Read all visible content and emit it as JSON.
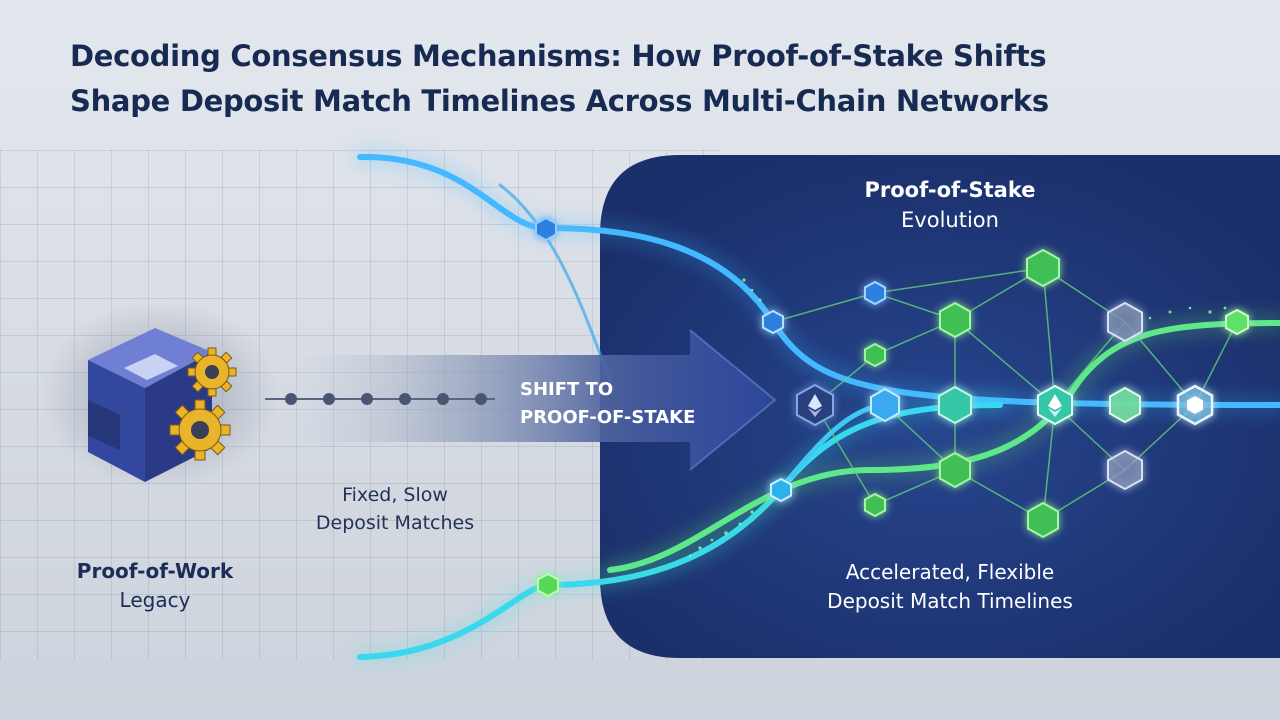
{
  "title": {
    "line1": "Decoding Consensus Mechanisms: How Proof-of-Stake Shifts",
    "line2": "Shape Deposit Match Timelines Across Multi-Chain Networks"
  },
  "left": {
    "label_line1": "Proof-of-Work",
    "label_line2": "Legacy",
    "slow_line1": "Fixed, Slow",
    "slow_line2": "Deposit Matches"
  },
  "arrow": {
    "line1": "SHIFT TO",
    "line2": "PROOF-OF-STAKE"
  },
  "right": {
    "heading_line1": "Proof-of-Stake",
    "heading_line2": "Evolution",
    "fast_line1": "Accelerated, Flexible",
    "fast_line2": "Deposit Match Timelines"
  },
  "colors": {
    "title": "#172a52",
    "panel": "#1e3574",
    "stream_blue": "#3ab8ff",
    "stream_cyan": "#34e0e8",
    "stream_green": "#6cf06a",
    "gear": "#e9b32a",
    "cube": "#3a4fae"
  },
  "icons": [
    "cube-icon",
    "gear-icon",
    "ethereum-icon",
    "hexagon-node-icon"
  ]
}
